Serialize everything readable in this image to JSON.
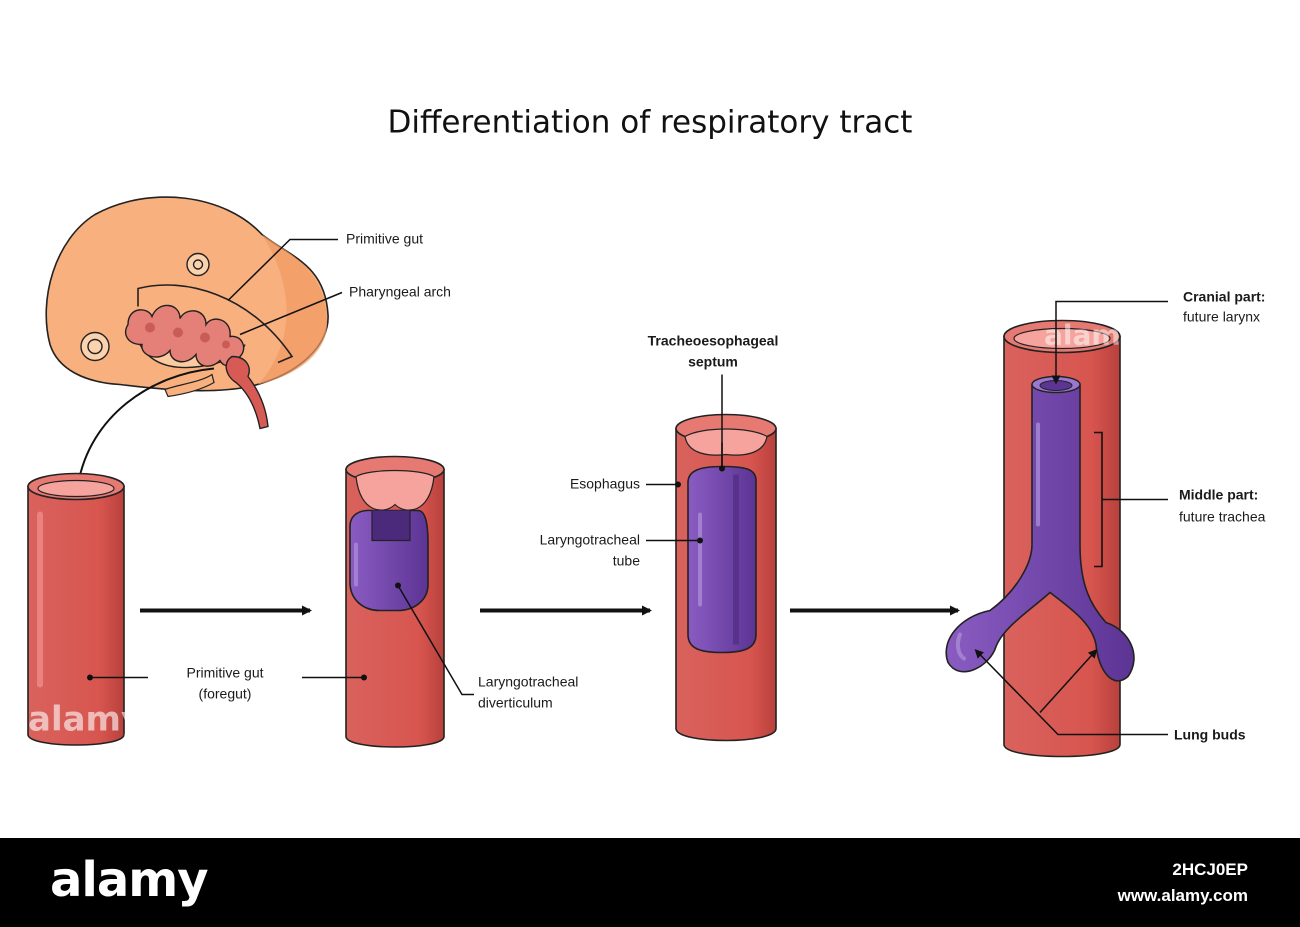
{
  "title": "Differentiation of respiratory tract",
  "labels": {
    "primitive_gut_top": "Primitive gut",
    "pharyngeal_arch": "Pharyngeal arch",
    "primitive_gut_foregut_1": "Primitive gut",
    "primitive_gut_foregut_2": "(foregut)",
    "diverticulum_1": "Laryngotracheal",
    "diverticulum_2": "diverticulum",
    "septum_1": "Tracheoesophageal",
    "septum_2": "septum",
    "esophagus": "Esophagus",
    "tube_1": "Laryngotracheal",
    "tube_2": "tube",
    "cranial_1": "Cranial part:",
    "cranial_2": "future larynx",
    "middle_1": "Middle part:",
    "middle_2": "future trachea",
    "lung_buds": "Lung buds"
  },
  "watermark": "alamy",
  "footer": {
    "logo": "alamy",
    "image_id": "2HCJ0EP",
    "url": "www.alamy.com"
  },
  "colors": {
    "tube_red": "#d85a55",
    "tube_dark": "#b8403c",
    "purple": "#7a4fb0",
    "purple_dark": "#5a3590",
    "embryo_skin": "#f8b07e"
  }
}
